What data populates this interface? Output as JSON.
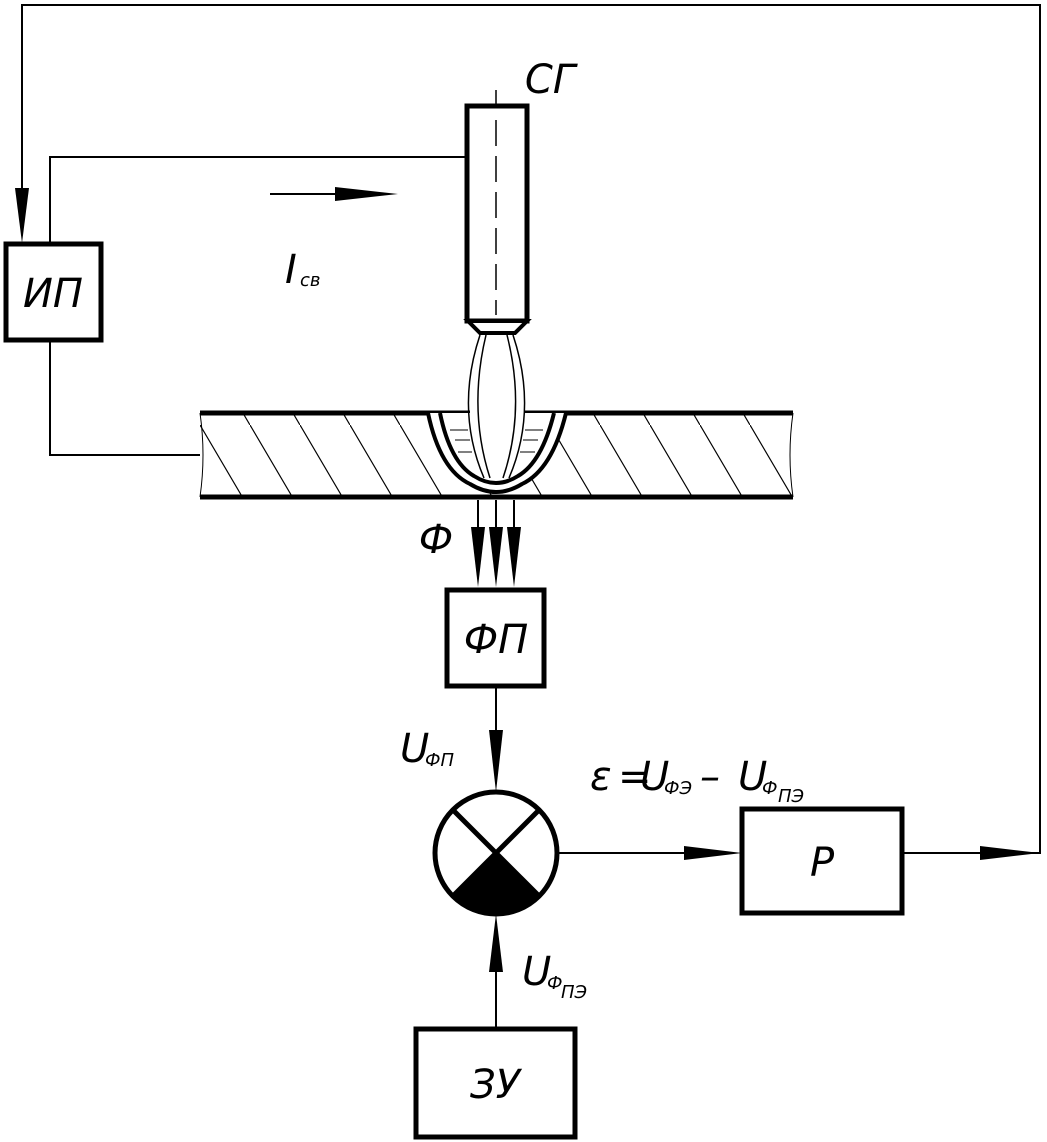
{
  "diagram": {
    "torch_label": "СГ",
    "current": {
      "main": "I",
      "sub": "св"
    },
    "power_source_label": "ИП",
    "flux_label": "Ф",
    "photo_sensor_label": "ФП",
    "sensor_voltage": {
      "main": "U",
      "sub": "ФП"
    },
    "error_formula": {
      "eps": "ε",
      "eq": "=",
      "u1": "U",
      "u1_sub": "ФЭ",
      "minus": "–",
      "u2": "U",
      "u2_sub1": "Ф",
      "u2_sub2": "ПЭ"
    },
    "setpoint_voltage": {
      "main": "U",
      "sub1": "Ф",
      "sub2": "ПЭ"
    },
    "regulator_label": "Р",
    "setpoint_device_label": "ЗУ"
  }
}
